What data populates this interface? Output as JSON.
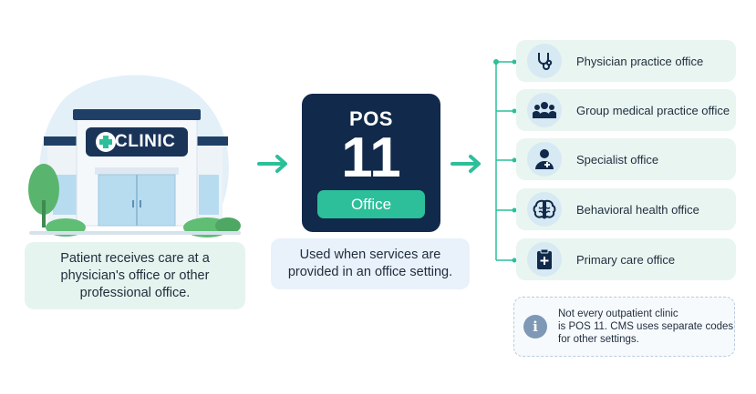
{
  "clinic": {
    "sign_text": "CLINIC",
    "caption": "Patient receives care at a physician's office or other professional office."
  },
  "pos_card": {
    "label": "POS",
    "code": "11",
    "pill": "Office",
    "caption": "Used when services are provided in an office setting."
  },
  "office_types": [
    {
      "label": "Physician practice office",
      "icon": "stethoscope-icon"
    },
    {
      "label": "Group medical practice office",
      "icon": "group-people-icon"
    },
    {
      "label": "Specialist office",
      "icon": "specialist-doctor-icon"
    },
    {
      "label": "Behavioral health office",
      "icon": "brain-icon"
    },
    {
      "label": "Primary care office",
      "icon": "clipboard-medical-icon"
    }
  ],
  "note": {
    "lines": [
      "Not every outpatient clinic",
      "is POS 11. CMS uses separate codes",
      "for other settings."
    ],
    "icon": "info-icon"
  },
  "colors": {
    "navy": "#11294a",
    "teal": "#2cbf9a",
    "mint_bg": "#e9f5f1",
    "arrow": "#2cbf9a"
  }
}
